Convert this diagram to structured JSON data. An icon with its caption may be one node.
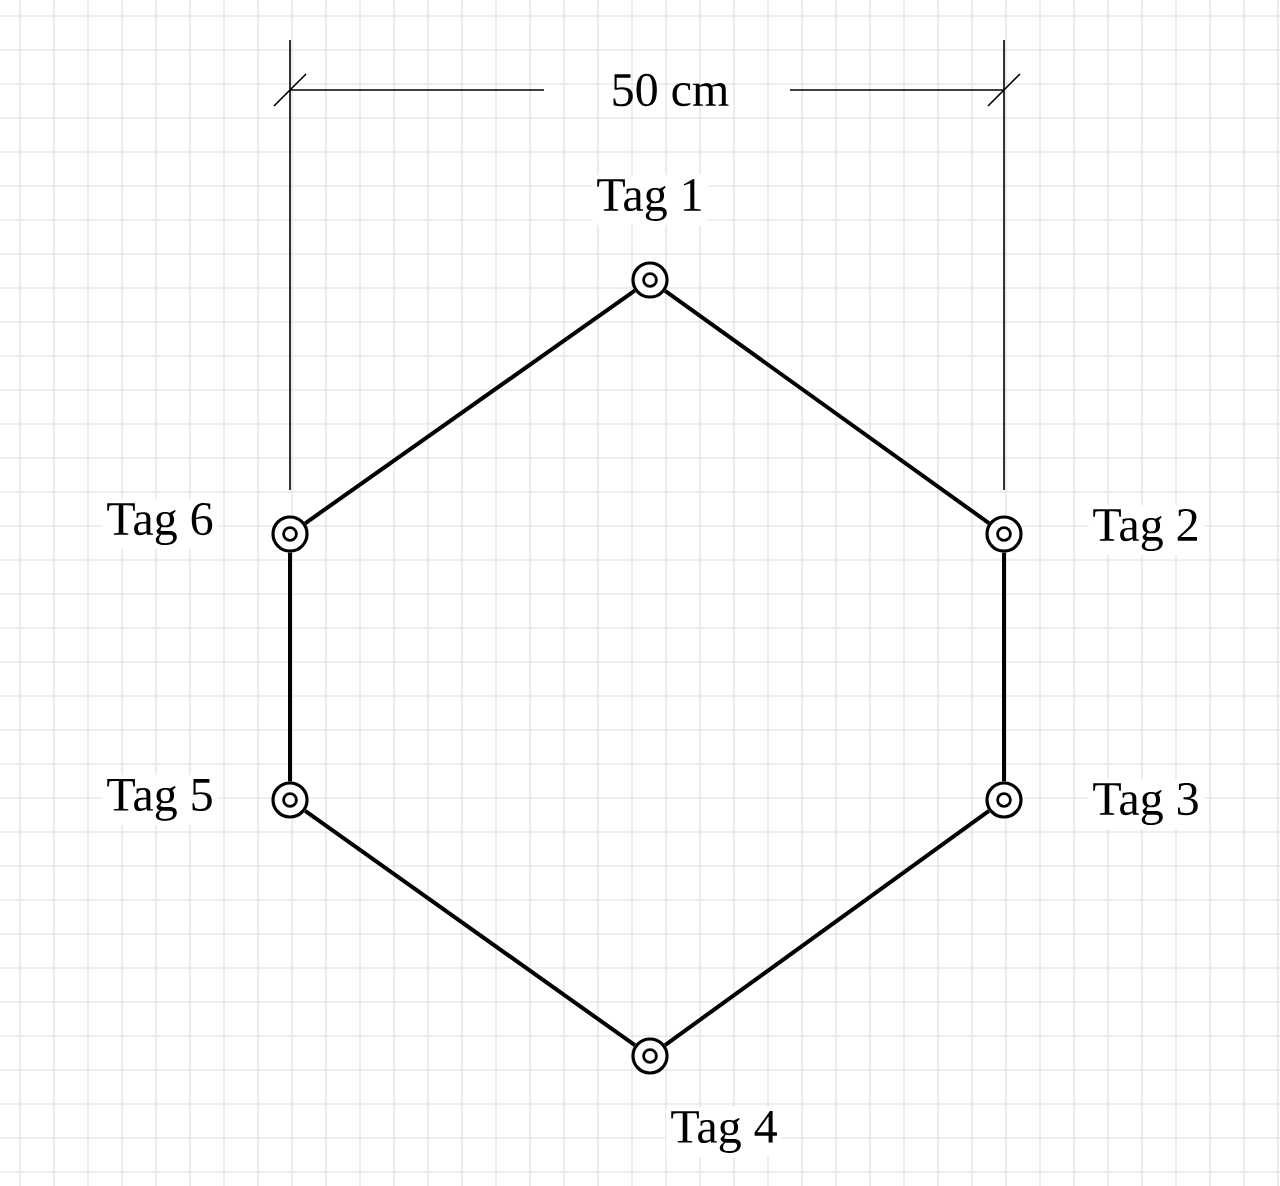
{
  "diagram": {
    "nodes": [
      {
        "text": [],
        "shape": "circle",
        "beside": [
          "Tag 1"
        ]
      },
      {
        "text": [],
        "shape": "circle",
        "beside": [
          "Tag 2"
        ]
      },
      {
        "text": [],
        "shape": "circle",
        "beside": [
          "Tag 3"
        ]
      },
      {
        "text": [],
        "shape": "circle",
        "beside": [
          "Tag 4"
        ]
      },
      {
        "text": [],
        "shape": "circle",
        "beside": [
          "Tag 5"
        ]
      },
      {
        "text": [],
        "shape": "circle",
        "beside": [
          "Tag 6"
        ]
      }
    ],
    "edges": [
      {
        "from": 0,
        "to": 1,
        "arrow": "none"
      },
      {
        "from": 1,
        "to": 2,
        "arrow": "none"
      },
      {
        "from": 2,
        "to": 3,
        "arrow": "none"
      },
      {
        "from": 3,
        "to": 4,
        "arrow": "none"
      },
      {
        "from": 4,
        "to": 5,
        "arrow": "none"
      },
      {
        "from": 5,
        "to": 0,
        "arrow": "none"
      }
    ],
    "labels": [
      "50 cm"
    ]
  }
}
